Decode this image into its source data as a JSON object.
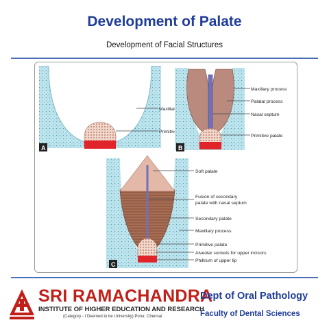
{
  "title": "Development of Palate",
  "subtitle": "Development of Facial Structures",
  "colors": {
    "title_blue": "#1f3d99",
    "rule_blue": "#4a6fb5",
    "maxillary_blue": "#bfe6ef",
    "palatal_brown": "#a86d55",
    "soft_palate_pink": "#e3b8a8",
    "primitive_palate_red": "#e0242a",
    "brand_red": "#c0201a"
  },
  "diagram": {
    "panel_a": {
      "letter": "A",
      "labels": {
        "maxillary_process": "Maxillary process",
        "primitive_palate": "Primitive palate"
      }
    },
    "panel_b": {
      "letter": "B",
      "labels": {
        "maxillary_process": "Maxillary process",
        "palatal_process": "Palatal process",
        "nasal_septum": "Nasal septum",
        "primitive_palate": "Primitive palate"
      }
    },
    "panel_c": {
      "letter": "C",
      "labels": {
        "soft_palate": "Soft palate",
        "fusion_line1": "Fusion of secondary",
        "fusion_line2": "palate with nasal septum",
        "secondary_palate": "Secondary palate",
        "maxillary_process": "Maxillary process",
        "primitive_palate": "Primitive palate",
        "alveolar_sockets": "Alveolar sockets for upper incisors",
        "philtrum": "Philtrum of upper lip"
      }
    }
  },
  "footer": {
    "brand_name": "SRI RAMACHANDRA",
    "brand_sub": "INSTITUTE OF HIGHER EDUCATION AND RESEARCH",
    "brand_category": "(Category - I Deemed to be University) Porur, Chennai",
    "dept": "Dept of Oral Pathology",
    "faculty": "Faculty of Dental Sciences"
  }
}
